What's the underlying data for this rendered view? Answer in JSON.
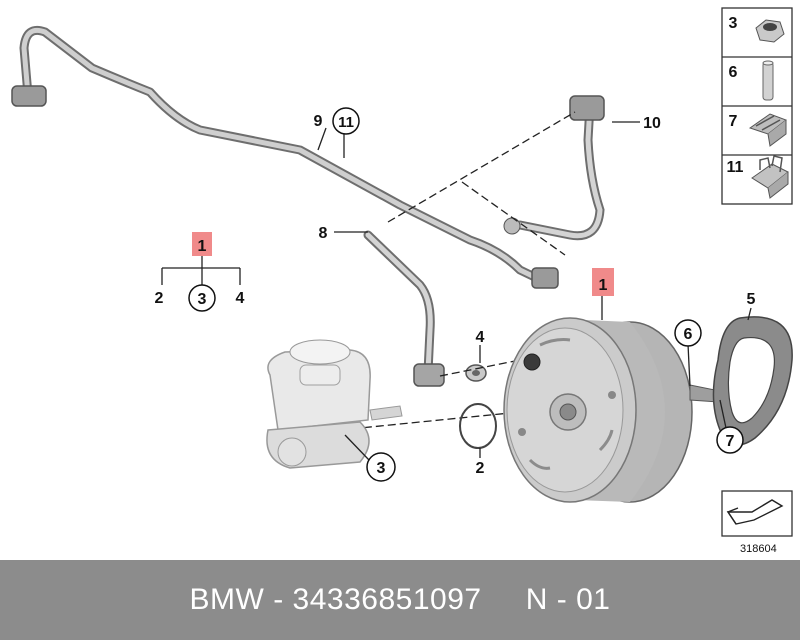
{
  "diagram": {
    "callouts": {
      "c1_main": "1",
      "c1_left": "1",
      "c2_left": "2",
      "c3_circle": "3",
      "c4_left": "4",
      "c4": "4",
      "c5": "5",
      "c6": "6",
      "c7": "7",
      "c8": "8",
      "c9": "9",
      "c11": "11",
      "c10": "10",
      "c2": "2",
      "c3": "3"
    },
    "legend": [
      {
        "num": "3",
        "icon": "nut-icon"
      },
      {
        "num": "6",
        "icon": "pin-icon"
      },
      {
        "num": "7",
        "icon": "clip-icon"
      },
      {
        "num": "11",
        "icon": "clamp-icon"
      }
    ],
    "diagram_number": "318604",
    "highlight_color": "#f08a8a"
  },
  "footer": {
    "brand": "BMW",
    "sep1": " - ",
    "part_number": "34336851097",
    "gap": "     ",
    "position_label": "N - 01"
  }
}
